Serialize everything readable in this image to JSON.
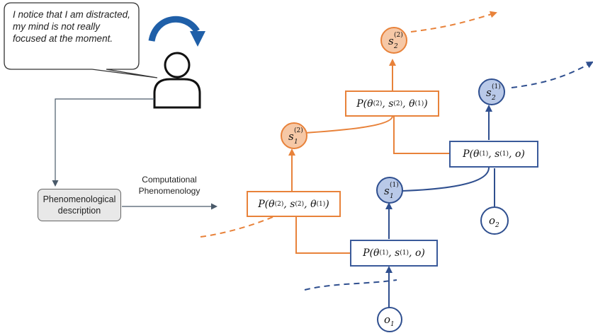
{
  "thought_bubble": {
    "text": "I notice that I am distracted, my mind is not really focused at the moment."
  },
  "description_box": {
    "label": "Phenomenological description"
  },
  "arrow_label": {
    "line1": "Computational",
    "line2": "Phenomenology"
  },
  "factor_nodes": {
    "orange_top": {
      "pre": "P(θ",
      "s1": "(2)",
      "mid1": ", s",
      "s2": "(2)",
      "mid2": ", θ",
      "s3": "(1)",
      "post": ")"
    },
    "orange_bottom": {
      "pre": "P(θ",
      "s1": "(2)",
      "mid1": ", s",
      "s2": "(2)",
      "mid2": ", θ",
      "s3": "(1)",
      "post": ")"
    },
    "blue_top": {
      "pre": "P(θ",
      "s1": "(1)",
      "mid1": ", s",
      "s2": "(1)",
      "mid2": ", o",
      "s3": "",
      "post": ")"
    },
    "blue_bottom": {
      "pre": "P(θ",
      "s1": "(1)",
      "mid1": ", s",
      "s2": "(1)",
      "mid2": ", o",
      "s3": "",
      "post": ")"
    }
  },
  "state_nodes": {
    "s2_level2": {
      "base": "s",
      "sub": "2",
      "sup": "(2)"
    },
    "s1_level2": {
      "base": "s",
      "sub": "1",
      "sup": "(2)"
    },
    "s2_level1": {
      "base": "s",
      "sub": "2",
      "sup": "(1)"
    },
    "s1_level1": {
      "base": "s",
      "sub": "1",
      "sup": "(1)"
    }
  },
  "observation_nodes": {
    "o1": {
      "base": "o",
      "sub": "1"
    },
    "o2": {
      "base": "o",
      "sub": "2"
    }
  },
  "colors": {
    "orange": "#e8823a",
    "orange_fill": "#f6c8a6",
    "blue": "#2f4f8f",
    "blue_fill": "#b9c9e8",
    "arrow_gray": "#4a5a6a",
    "rotate_arrow": "#1f5fa8"
  },
  "icons": [
    "person-icon",
    "rotate-arrow-icon"
  ]
}
